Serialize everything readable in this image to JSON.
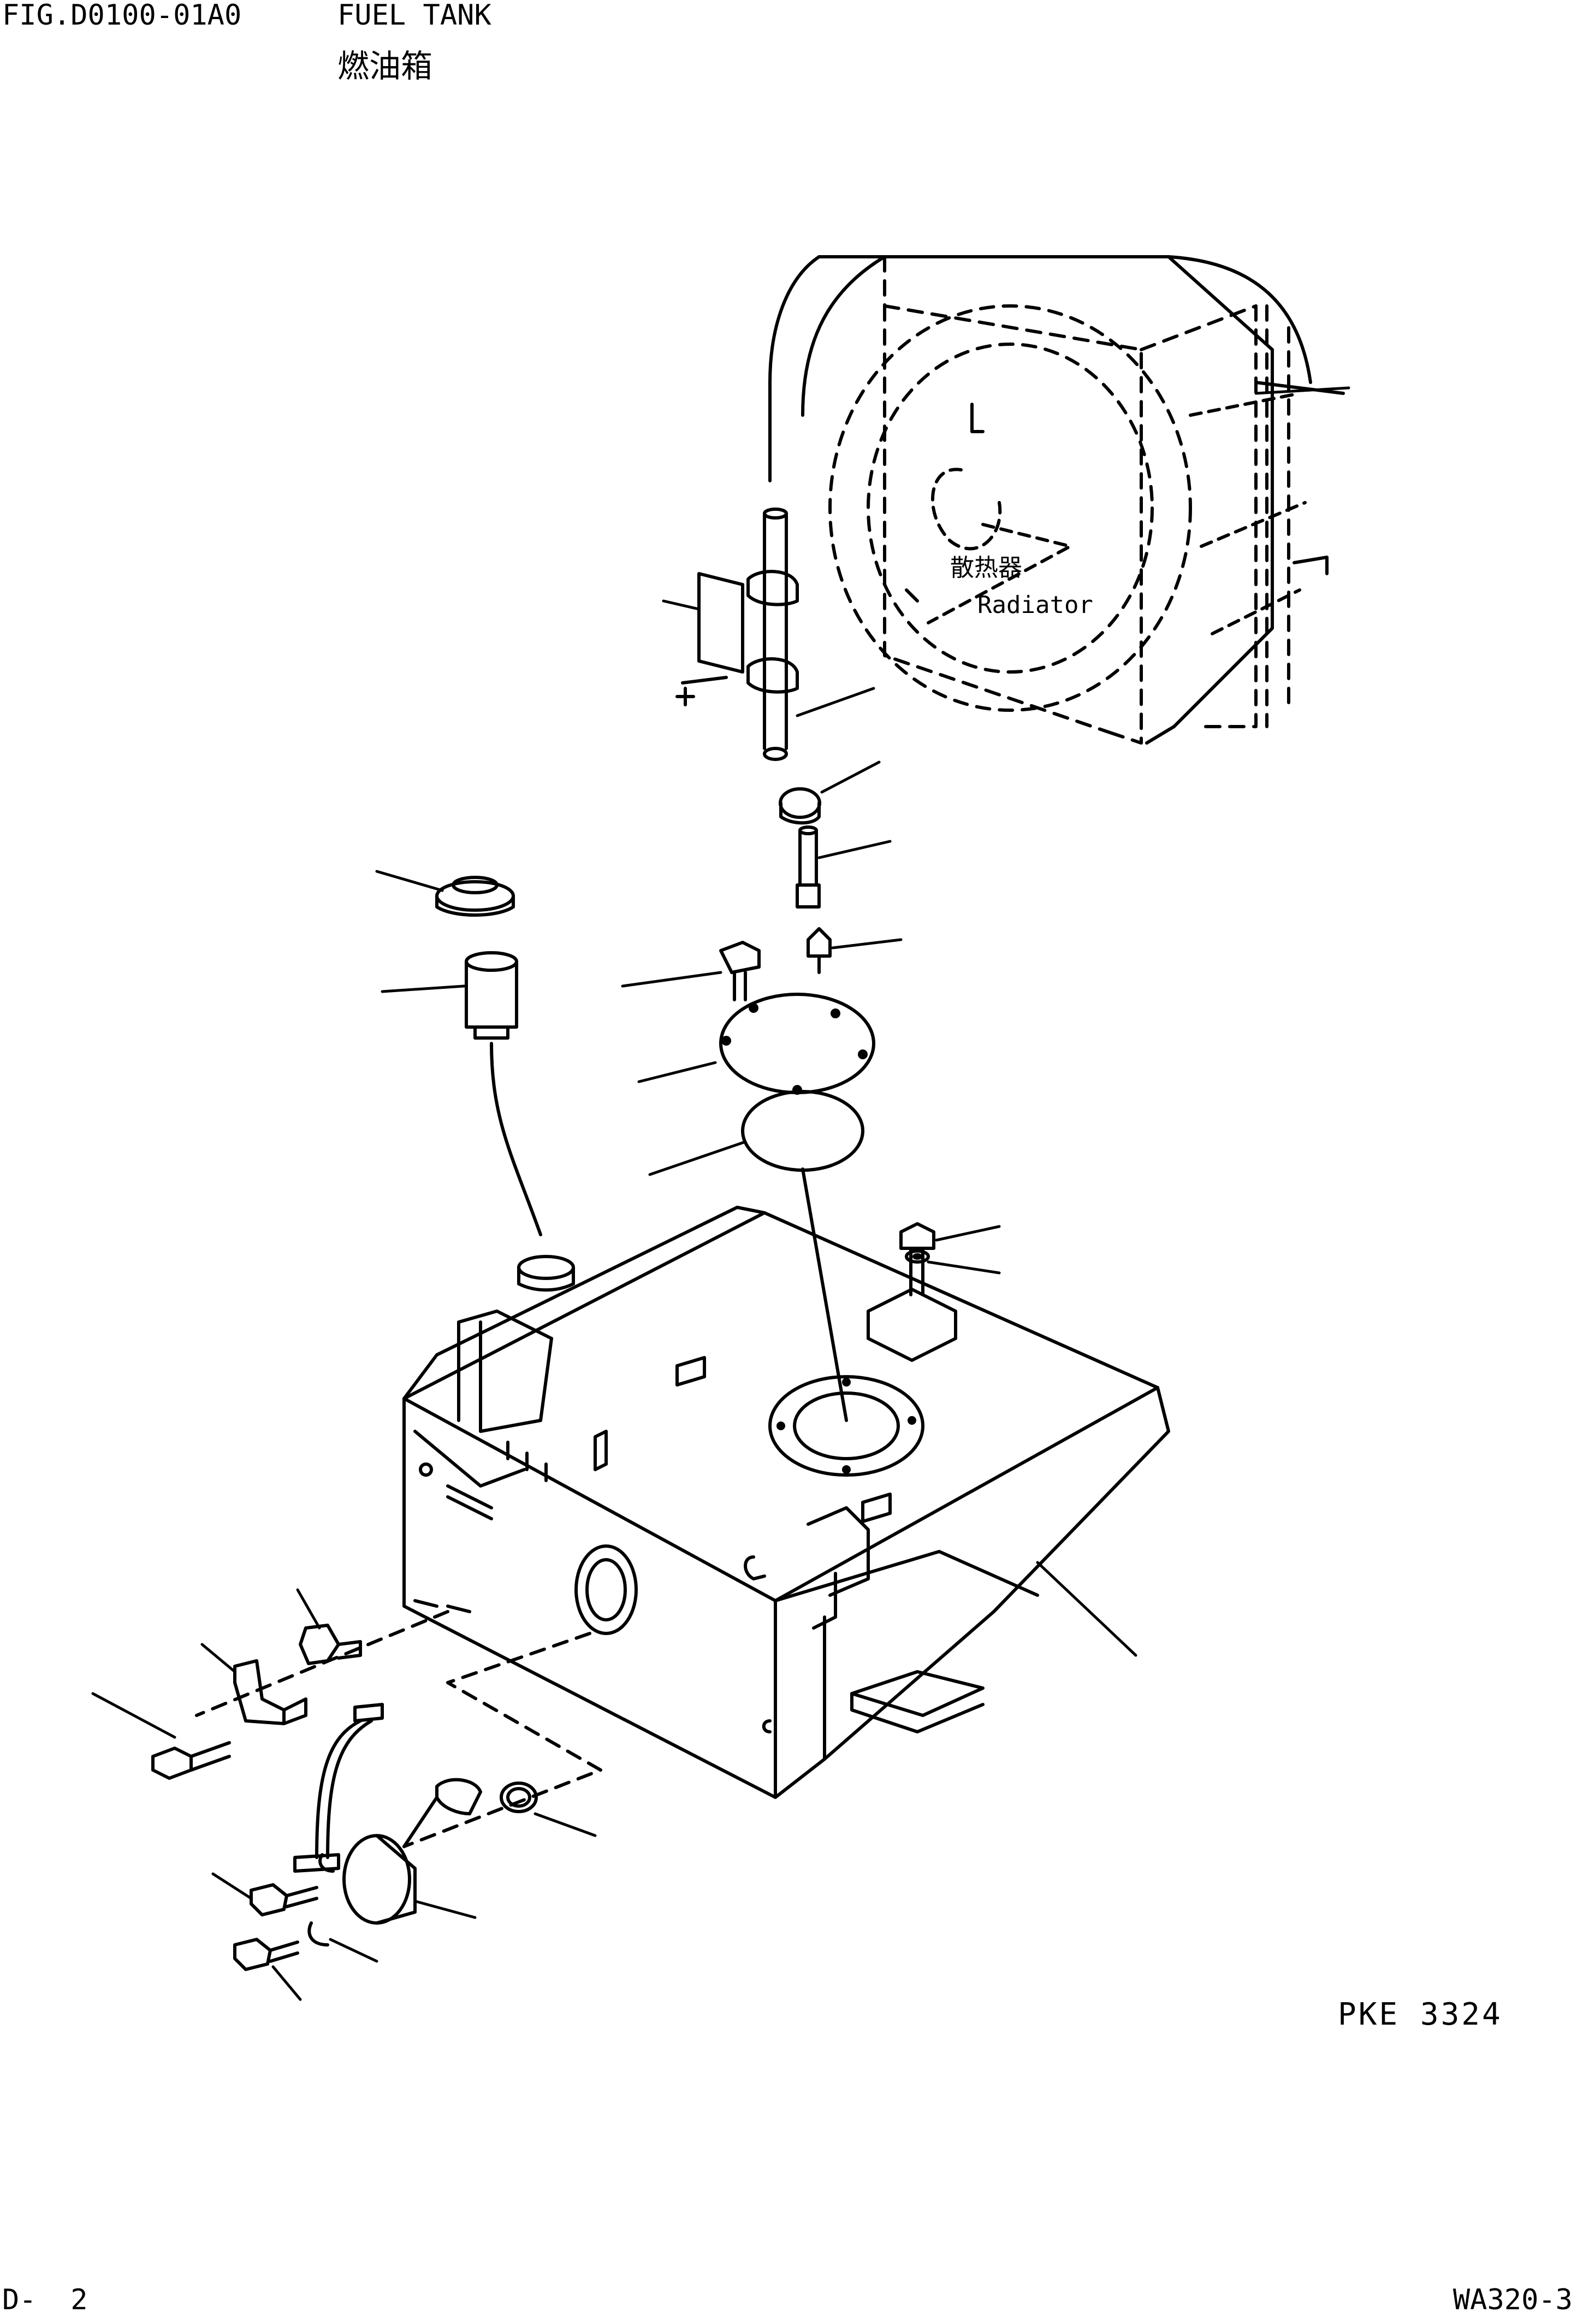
{
  "header": {
    "figure_code": "FIG.D0100-01A0",
    "title_en": "FUEL TANK",
    "title_zh": "燃油箱"
  },
  "labels": {
    "radiator_zh": "散热器",
    "radiator_en": "Radiator"
  },
  "drawing_number": "PKE 3324",
  "footer": {
    "page": "D-  2",
    "model": "WA320-3"
  },
  "colors": {
    "ink": "#000000",
    "paper": "#ffffff"
  }
}
